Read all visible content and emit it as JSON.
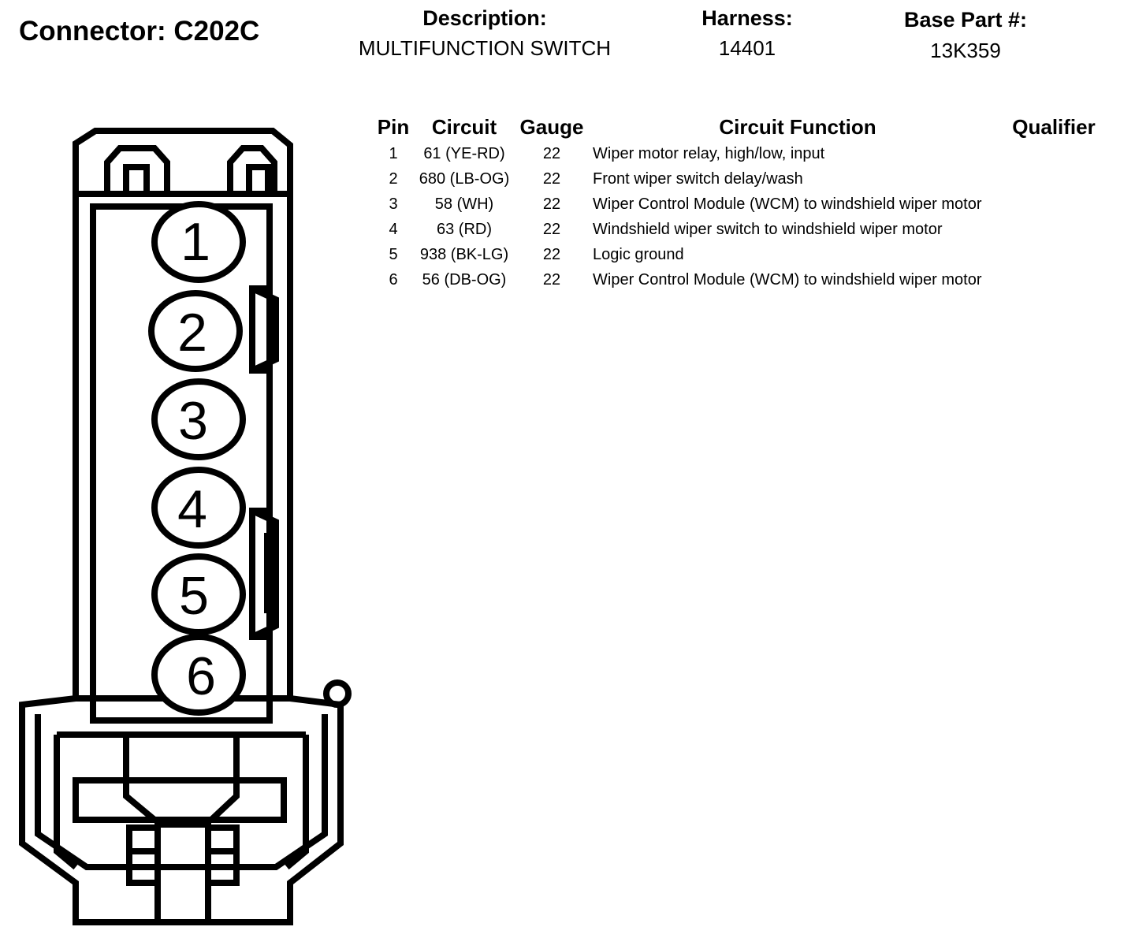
{
  "header": {
    "connector_title": "Connector: C202C",
    "description_label": "Description:",
    "description_value": "MULTIFUNCTION SWITCH",
    "harness_label": "Harness:",
    "harness_value": "14401",
    "base_part_label": "Base Part #:",
    "base_part_value": "13K359"
  },
  "table": {
    "columns": [
      "Pin",
      "Circuit",
      "Gauge",
      "Circuit Function",
      "Qualifier"
    ],
    "rows": [
      {
        "pin": "1",
        "circuit": "61 (YE-RD)",
        "gauge": "22",
        "function": "Wiper motor relay, high/low, input",
        "qualifier": ""
      },
      {
        "pin": "2",
        "circuit": "680 (LB-OG)",
        "gauge": "22",
        "function": "Front wiper switch delay/wash",
        "qualifier": ""
      },
      {
        "pin": "3",
        "circuit": "58 (WH)",
        "gauge": "22",
        "function": "Wiper Control Module (WCM) to windshield wiper motor",
        "qualifier": ""
      },
      {
        "pin": "4",
        "circuit": "63 (RD)",
        "gauge": "22",
        "function": "Windshield wiper switch to windshield wiper motor",
        "qualifier": ""
      },
      {
        "pin": "5",
        "circuit": "938 (BK-LG)",
        "gauge": "22",
        "function": "Logic ground",
        "qualifier": ""
      },
      {
        "pin": "6",
        "circuit": "56 (DB-OG)",
        "gauge": "22",
        "function": "Wiper Control Module (WCM) to windshield wiper motor",
        "qualifier": ""
      }
    ]
  },
  "connector": {
    "pin_labels": [
      "1",
      "2",
      "3",
      "4",
      "5",
      "6"
    ],
    "stroke_color": "#000000",
    "background_color": "#ffffff"
  }
}
